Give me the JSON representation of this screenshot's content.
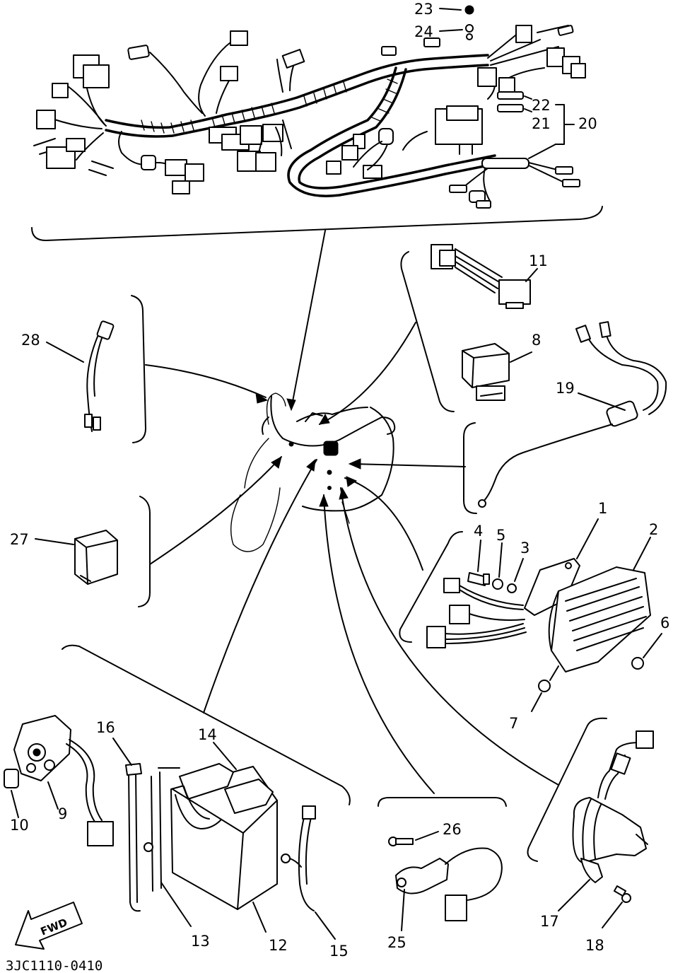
{
  "diagram_code": "3JC1110-0410",
  "fwd_label": "FWD",
  "callouts": {
    "p1": "1",
    "p2": "2",
    "p3": "3",
    "p4": "4",
    "p5": "5",
    "p6": "6",
    "p7": "7",
    "p8": "8",
    "p9": "9",
    "p10": "10",
    "p11": "11",
    "p12": "12",
    "p13": "13",
    "p14": "14",
    "p15": "15",
    "p16": "16",
    "p17": "17",
    "p18": "18",
    "p19": "19",
    "p20": "20",
    "p21": "21",
    "p22": "22",
    "p23": "23",
    "p24": "24",
    "p25": "25",
    "p26": "26",
    "p27": "27",
    "p28": "28"
  },
  "colors": {
    "ink": "#000000",
    "paper": "#ffffff"
  }
}
